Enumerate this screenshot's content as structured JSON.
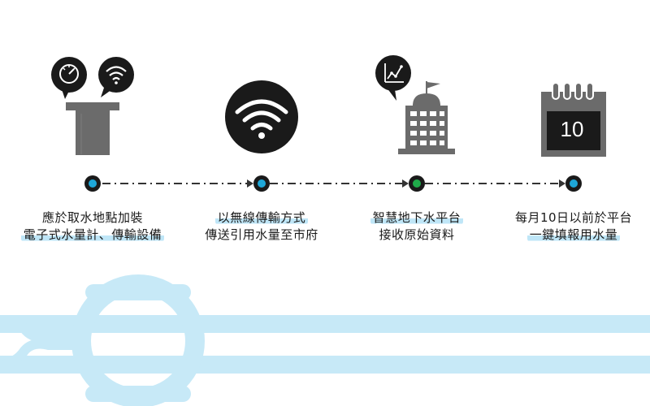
{
  "steps": [
    {
      "line1": "應於取水地點加裝",
      "line2": "電子式水量計、傳輸設備",
      "node_color": "#1ea7d8"
    },
    {
      "line1": "以無線傳輸方式",
      "line2": "傳送引用水量至市府",
      "node_color": "#1ea7d8"
    },
    {
      "line1": "智慧地下水平台",
      "line2": "接收原始資料",
      "node_color": "#1faa4a"
    },
    {
      "line1": "每月10日以前於平台",
      "line2": "一鍵填報用水量",
      "node_color": "#1ea7d8"
    }
  ],
  "calendar_day": "10",
  "icons": [
    "water-meter-icon",
    "wifi-bubble-icon",
    "pipe-outlet-icon",
    "wifi-icon",
    "chart-bubble-icon",
    "government-building-icon",
    "calendar-icon"
  ],
  "colors": {
    "dark": "#1a1a1a",
    "grey": "#6b6b6b",
    "highlight": "#bfe6f7",
    "pipe": "#c7e9f7",
    "node_blue": "#1ea7d8",
    "node_green": "#1faa4a"
  }
}
